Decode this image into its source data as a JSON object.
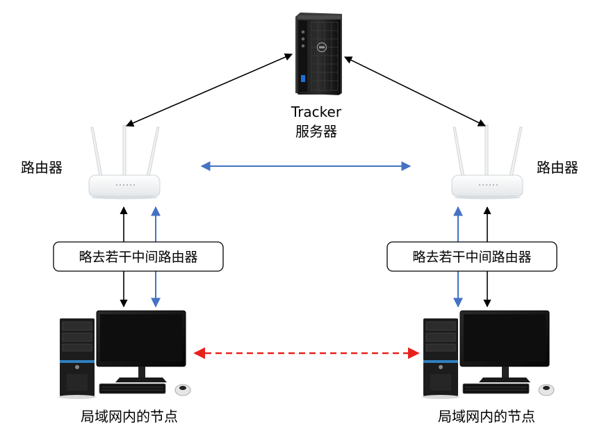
{
  "server": {
    "label_line1": "Tracker",
    "label_line2": "服务器",
    "icon": "tower-server-icon"
  },
  "routers": {
    "left": {
      "label": "路由器",
      "icon": "wifi-router-icon"
    },
    "right": {
      "label": "路由器",
      "icon": "wifi-router-icon"
    }
  },
  "intermediate": {
    "left": {
      "label": "略去若干中间路由器"
    },
    "right": {
      "label": "略去若干中间路由器"
    }
  },
  "nodes": {
    "left": {
      "label": "局域网内的节点",
      "icon": "desktop-computer-icon"
    },
    "right": {
      "label": "局域网内的节点",
      "icon": "desktop-computer-icon"
    }
  },
  "colors": {
    "black_link": "#000000",
    "blue_link": "#4472c4",
    "red_p2p_link": "#e8221b"
  }
}
